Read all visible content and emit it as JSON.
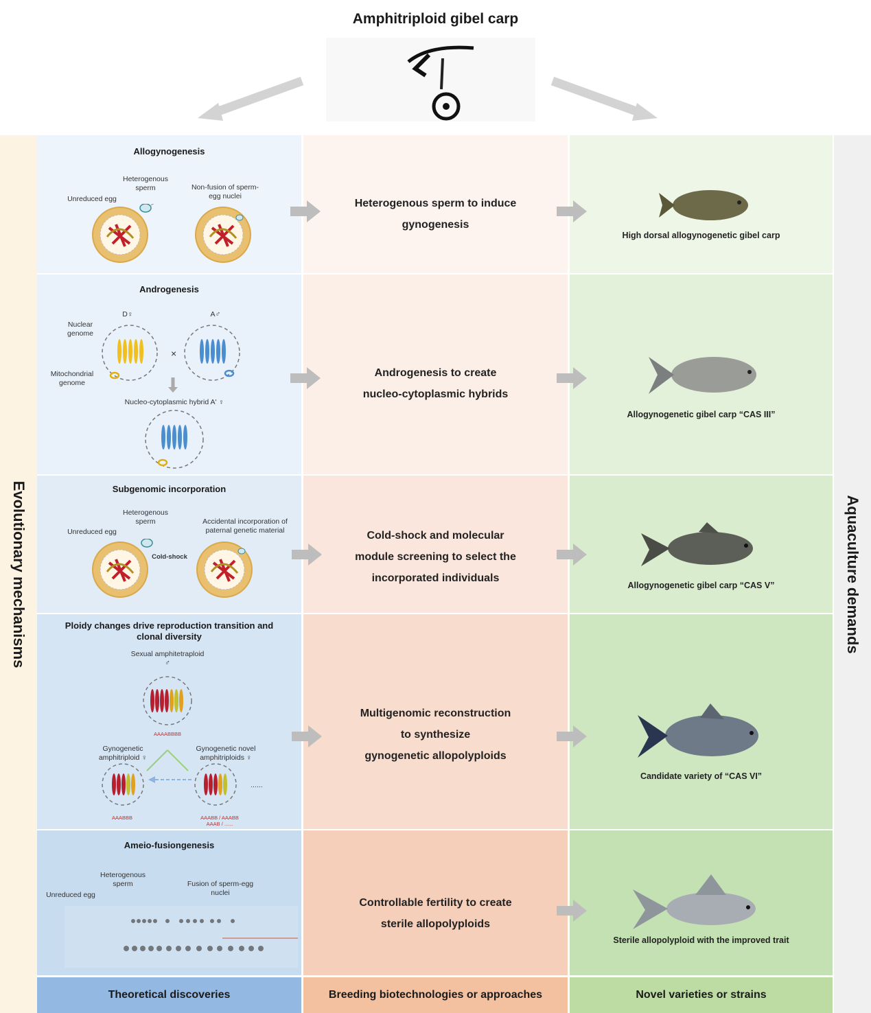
{
  "title": "Amphitriploid gibel carp",
  "left_label": "Evolutionary mechanisms",
  "right_label": "Aquaculture demands",
  "footers": {
    "col1": "Theoretical discoveries",
    "col2": "Breeding biotechnologies or approaches",
    "col3": "Novel varieties or strains"
  },
  "rows": [
    {
      "mechanism": "Allogynogenesis",
      "labels": [
        "Heterogenous sperm",
        "Unreduced egg",
        "Non-fusion of sperm-egg nuclei"
      ],
      "approach": [
        "Heterogenous sperm to induce",
        "gynogenesis"
      ],
      "variety": "High dorsal allogynogenetic gibel carp"
    },
    {
      "mechanism": "Androgenesis",
      "labels": [
        "D♀",
        "A♂",
        "Nuclear genome",
        "Mitochondrial genome",
        "Nucleo-cytoplasmic hybrid A' ♀"
      ],
      "approach": [
        "Androgenesis to create",
        "nucleo-cytoplasmic hybrids"
      ],
      "variety": "Allogynogenetic gibel carp “CAS III”"
    },
    {
      "mechanism": "Subgenomic incorporation",
      "labels": [
        "Heterogenous sperm",
        "Unreduced egg",
        "Accidental incorporation of paternal genetic material",
        "Cold-shock"
      ],
      "approach": [
        "Cold-shock and molecular",
        "module screening to select the",
        "incorporated individuals"
      ],
      "variety": "Allogynogenetic gibel carp “CAS V”"
    },
    {
      "mechanism": "Ploidy changes drive reproduction transition and clonal diversity",
      "labels": [
        "Sexual amphitetraploid ♂",
        "AAAABBBB",
        "Gynogenetic amphitriploid ♀",
        "Gynogenetic novel amphitriploids ♀",
        "AAABBB",
        "AAABB / AAABB",
        "AAAB / ......",
        "......"
      ],
      "approach": [
        "Multigenomic reconstruction",
        "to synthesize",
        "gynogenetic allopolyploids"
      ],
      "variety": "Candidate variety of “CAS VI”"
    },
    {
      "mechanism": "Ameio-fusiongenesis",
      "labels": [
        "Heterogenous sperm",
        "Unreduced egg",
        "Fusion of sperm-egg nuclei"
      ],
      "approach": [
        "Controllable fertility to create",
        "sterile allopolyploids"
      ],
      "variety": "Sterile allopolyploid with the improved trait"
    }
  ],
  "colors": {
    "col1_rows": [
      "#eef4fb",
      "#e9f1fa",
      "#e1ecf7",
      "#d6e5f4",
      "#c8dcf0"
    ],
    "col2_rows": [
      "#fdf4ef",
      "#fcefe8",
      "#fae6dc",
      "#f8dccd",
      "#f5cfba"
    ],
    "col3_rows": [
      "#eef6e8",
      "#e3f1db",
      "#d9ecce",
      "#cfe7c1",
      "#c4e1b4"
    ],
    "footer1": "#93b8e2",
    "footer2": "#f3c0a0",
    "footer3": "#bcdca3"
  }
}
